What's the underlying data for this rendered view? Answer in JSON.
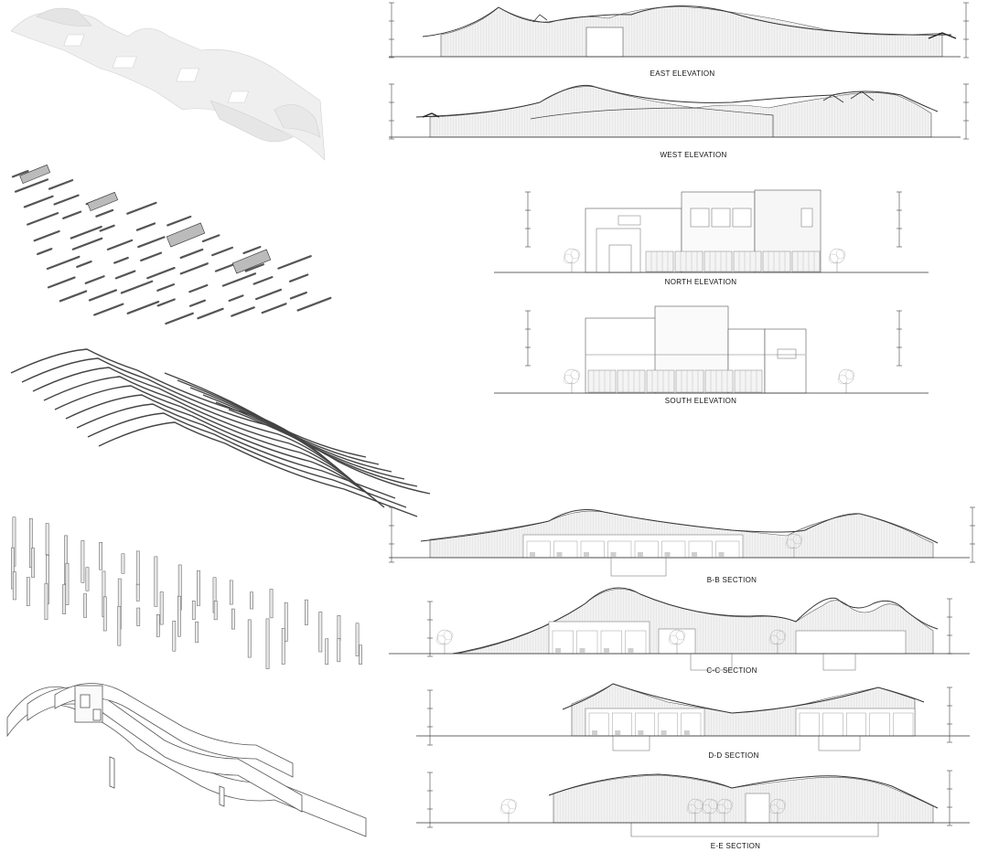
{
  "captions": {
    "east": "EAST  ELEVATION",
    "west": "WEST  ELEVATION",
    "north": "NORTH ELEVATION",
    "south": "SOUTH ELEVATION",
    "bb": "B-B SECTION",
    "cc": "C-C SECTION",
    "dd": "D-D SECTION",
    "ee": "E-E SECTION"
  },
  "colors": {
    "line": "#5a5a5a",
    "hatch": "#d6d6d6",
    "roof_fill": "#ececec",
    "text": "#111111"
  },
  "icons": {
    "tree": "tree-icon"
  }
}
